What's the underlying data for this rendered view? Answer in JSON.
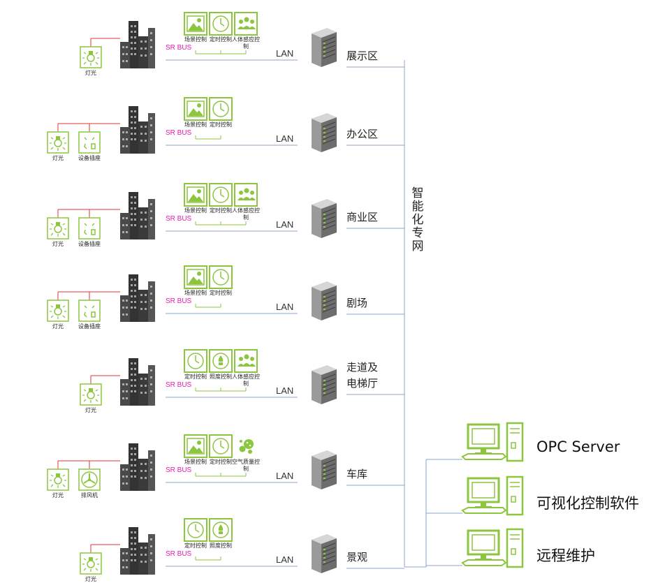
{
  "network": {
    "vertical_label": "智能化专网",
    "bus_label": "SR BUS",
    "lan_label": "LAN"
  },
  "zones": [
    {
      "name": "展示区",
      "devices": [
        "灯光"
      ],
      "controls": [
        "场景控制",
        "定时控制",
        "人体感应控制"
      ]
    },
    {
      "name": "办公区",
      "devices": [
        "灯光",
        "设备插座"
      ],
      "controls": [
        "场景控制",
        "定时控制"
      ]
    },
    {
      "name": "商业区",
      "devices": [
        "灯光",
        "设备插座"
      ],
      "controls": [
        "场景控制",
        "定时控制",
        "人体感应控制"
      ]
    },
    {
      "name": "剧场",
      "devices": [
        "灯光",
        "设备插座"
      ],
      "controls": [
        "场景控制",
        "定时控制"
      ]
    },
    {
      "name": "走道及电梯厅",
      "devices": [
        "灯光"
      ],
      "controls": [
        "定时控制",
        "照度控制",
        "人体感应控制"
      ]
    },
    {
      "name": "车库",
      "devices": [
        "灯光",
        "排风机"
      ],
      "controls": [
        "场景控制",
        "定时控制",
        "空气质量控制"
      ]
    },
    {
      "name": "景观",
      "devices": [
        "灯光"
      ],
      "controls": [
        "定时控制",
        "照度控制"
      ]
    }
  ],
  "workstations": [
    {
      "label": "OPC Server"
    },
    {
      "label": "可视化控制软件"
    },
    {
      "label": "远程维护"
    }
  ],
  "colors": {
    "accent_green": "#8cc63f",
    "bus_magenta": "#e81ab0",
    "device_red": "#e0353a",
    "network_blue": "#8ea4c8",
    "building_dark": "#333333"
  },
  "icons": {
    "building": "city-building-icon",
    "server": "server-rack-icon",
    "workstation": "desktop-computer-icon",
    "light": "light-bulb-icon",
    "socket": "power-socket-icon",
    "fan": "exhaust-fan-icon",
    "scene": "landscape-picture-icon",
    "timer": "clock-icon",
    "sensor": "people-icon",
    "illuminance": "light-sensor-icon",
    "air": "air-quality-icon"
  }
}
